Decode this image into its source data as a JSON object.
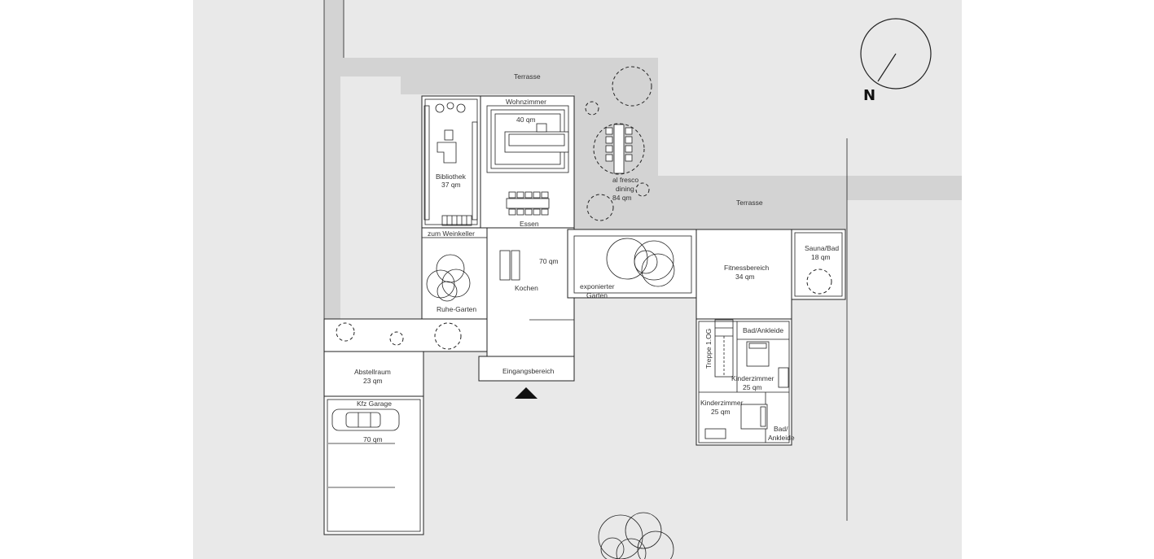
{
  "colors": {
    "site": "#e9e9e9",
    "background": "#ffffff",
    "ink": "#222222"
  },
  "compass": {
    "letter": "N"
  },
  "labels": {
    "terrasse_north": "Terrasse",
    "terrasse_east": "Terrasse",
    "wohnzimmer": "Wohnzimmer",
    "wohnzimmer_area": "40 qm",
    "bibliothek": "Bibliothek",
    "bibliothek_area": "37 qm",
    "essen": "Essen",
    "kochen_area": "70 qm",
    "kochen": "Kochen",
    "weinkeller": "zum Weinkeller",
    "ruhegarten": "Ruhe-Garten",
    "alfresco_1": "al fresco",
    "alfresco_2": "dining",
    "alfresco_area": "84 qm",
    "exponierter_1": "exponierter",
    "exponierter_2": "Garten",
    "fitness": "Fitnessbereich",
    "fitness_area": "34 qm",
    "sauna": "Sauna/Bad",
    "sauna_area": "18 qm",
    "bad_ankleide": "Bad/Ankleide",
    "treppe": "Treppe 1.OG",
    "kinder1": "Kinderzimmer",
    "kinder1_area": "25 qm",
    "kinder2": "Kinderzimmer",
    "kinder2_area": "25 qm",
    "bad2_1": "Bad/",
    "bad2_2": "Ankleide",
    "eingang": "Eingangsbereich",
    "abstell": "Abstellraum",
    "abstell_area": "23 qm",
    "garage": "Kfz Garage",
    "garage_area": "70 qm"
  }
}
